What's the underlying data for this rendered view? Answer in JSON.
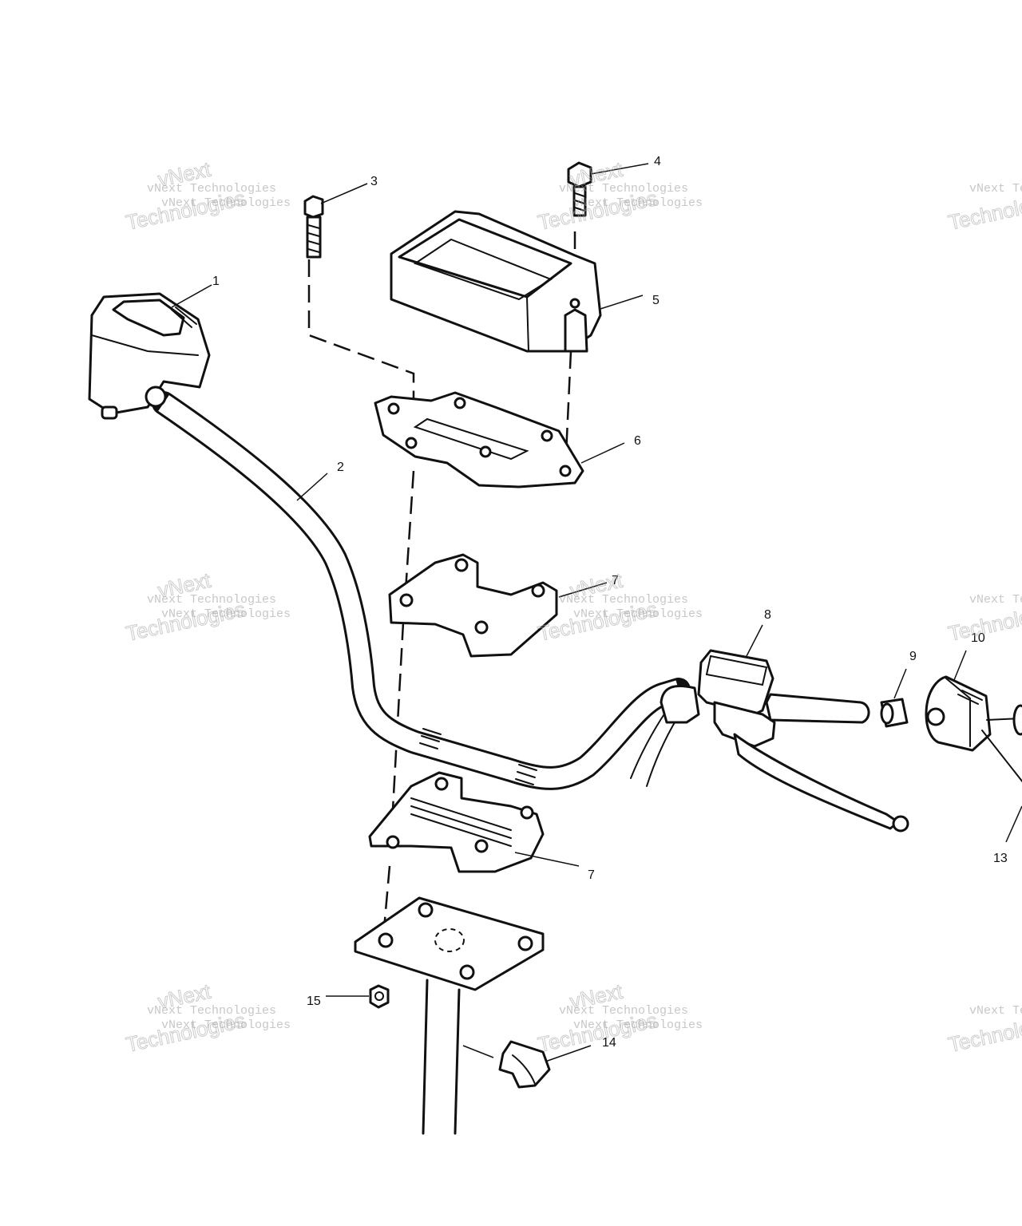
{
  "diagram": {
    "callouts": [
      "1",
      "2",
      "3",
      "4",
      "5",
      "6",
      "7",
      "7",
      "8",
      "9",
      "10",
      "13",
      "14",
      "15"
    ]
  },
  "watermark": {
    "line1": "vNext Technologies",
    "line2": "Technologies",
    "line3": "vNext"
  },
  "colors": {
    "ink": "#111111",
    "paper": "#ffffff",
    "watermark": "#9a9a9a"
  }
}
